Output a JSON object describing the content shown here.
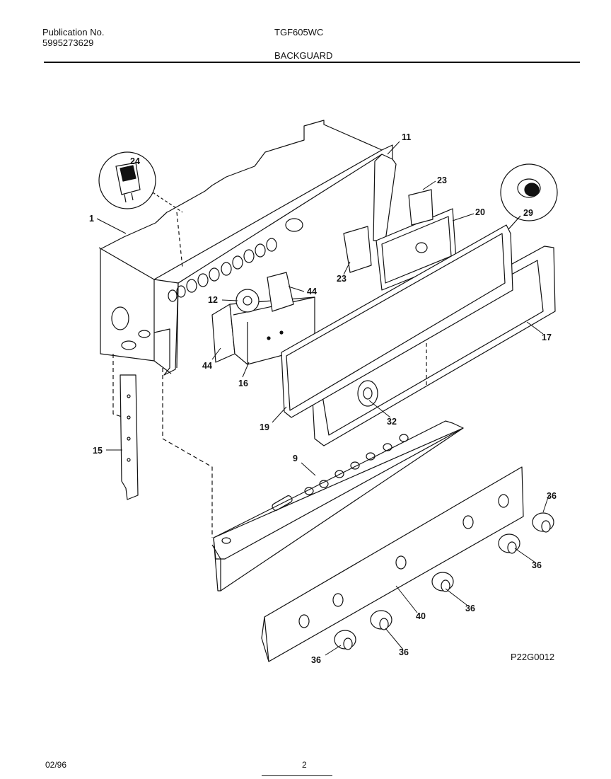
{
  "header": {
    "publication_label": "Publication No.",
    "publication_number": "5995273629",
    "model": "TGF605WC",
    "section": "BACKGUARD"
  },
  "diagram": {
    "drawing_code": "P22G0012",
    "callouts": [
      "1",
      "11",
      "23",
      "24",
      "20",
      "29",
      "12",
      "44",
      "23",
      "44",
      "16",
      "19",
      "17",
      "32",
      "15",
      "9",
      "36",
      "36",
      "36",
      "40",
      "36",
      "36"
    ]
  },
  "footer": {
    "date": "02/96",
    "page": "2"
  }
}
